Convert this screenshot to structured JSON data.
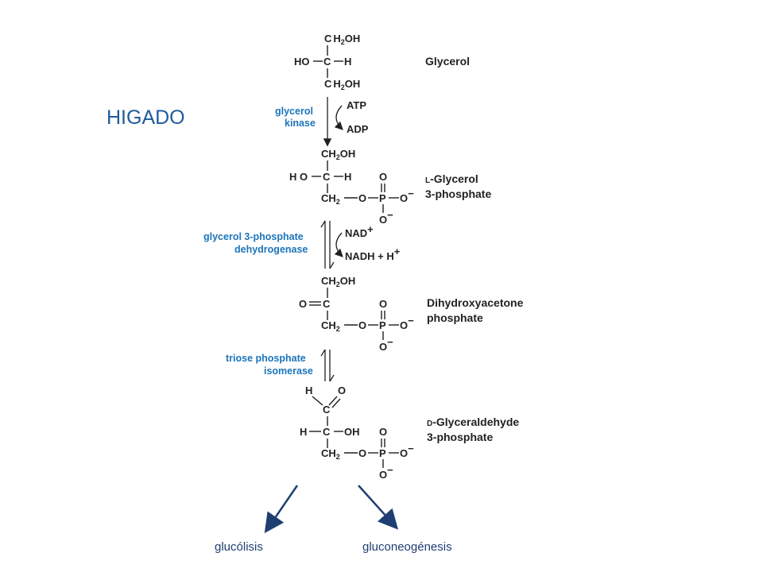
{
  "page": {
    "title": "HIGADO"
  },
  "colors": {
    "enzyme": "#1b75bb",
    "title": "#1f5a9c",
    "arrows": "#1f3f73",
    "structure": "#231f20"
  },
  "compounds": {
    "glycerol": "Glycerol",
    "glycerol_3_phosphate": {
      "prefix": "L",
      "name": "-Glycerol",
      "line2": "3-phosphate"
    },
    "dhap": {
      "line1": "Dihydroxyacetone",
      "line2": "phosphate"
    },
    "g3p": {
      "prefix": "D",
      "name": "-Glyceraldehyde",
      "line2": "3-phosphate"
    }
  },
  "enzymes": {
    "kinase": {
      "line1": "glycerol",
      "line2": "kinase"
    },
    "dehydrogenase": {
      "line1": "glycerol 3-phosphate",
      "line2": "dehydrogenase"
    },
    "isomerase": {
      "line1": "triose phosphate",
      "line2": "isomerase"
    }
  },
  "cofactors": {
    "atp": "ATP",
    "adp": "ADP",
    "nad": "NAD",
    "nadh": "NADH + H"
  },
  "atoms": {
    "C": "C",
    "H": "H",
    "O": "O",
    "P": "P",
    "HO": "HO",
    "H2O": "H O",
    "OH": "OH",
    "Ominus": "O",
    "sub2": "2",
    "CH2OH_main": "CH",
    "CH2": "CH",
    "C_H2OH": "C H",
    "minus": "−",
    "plus": "+"
  },
  "outcomes": {
    "left": "glucólisis",
    "right": "gluconeogénesis"
  }
}
